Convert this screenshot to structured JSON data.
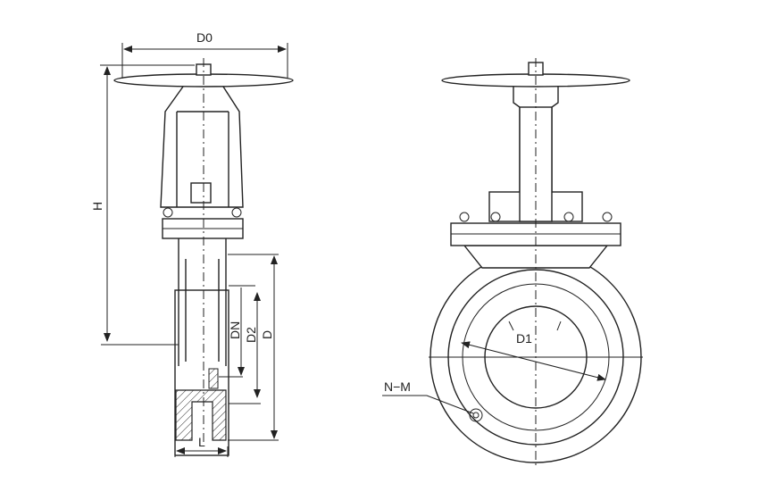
{
  "title": "Gate valve dimension drawing",
  "labels": {
    "d0": "D0",
    "h": "H",
    "dn": "DN",
    "d2": "D2",
    "d": "D",
    "l": "L",
    "d1": "D1",
    "nm": "N−M"
  },
  "colors": {
    "line": "#222222",
    "background": "#ffffff"
  }
}
